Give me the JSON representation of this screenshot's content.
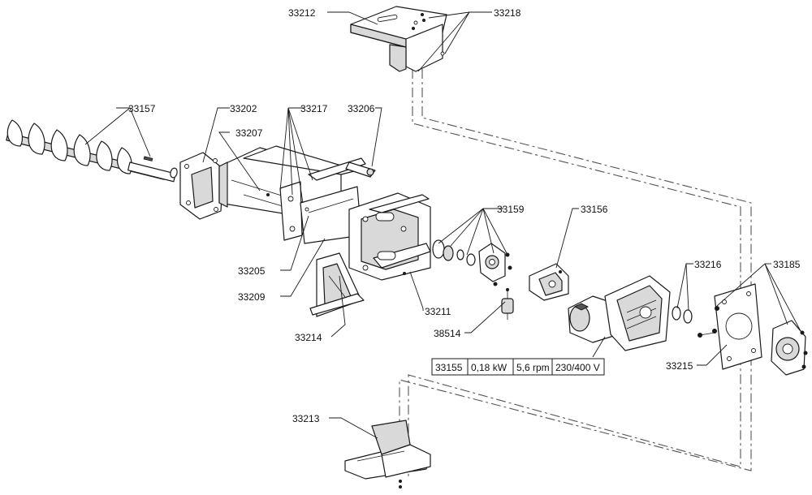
{
  "parts": [
    {
      "id": "33212"
    },
    {
      "id": "33218"
    },
    {
      "id": "33157"
    },
    {
      "id": "33202"
    },
    {
      "id": "33217"
    },
    {
      "id": "33206"
    },
    {
      "id": "33207"
    },
    {
      "id": "33159"
    },
    {
      "id": "33156"
    },
    {
      "id": "33205"
    },
    {
      "id": "33209"
    },
    {
      "id": "33211"
    },
    {
      "id": "33214"
    },
    {
      "id": "38514"
    },
    {
      "id": "33216"
    },
    {
      "id": "33185"
    },
    {
      "id": "33215"
    },
    {
      "id": "33213"
    }
  ],
  "motor_spec": {
    "part_no": "33155",
    "power": "0,18 kW",
    "speed": "5,6 rpm",
    "voltage": "230/400 V"
  },
  "colors": {
    "line": "#1a1a1a",
    "shade": "#d9d9d9",
    "dashed_link": "#555555",
    "background": "#ffffff"
  }
}
